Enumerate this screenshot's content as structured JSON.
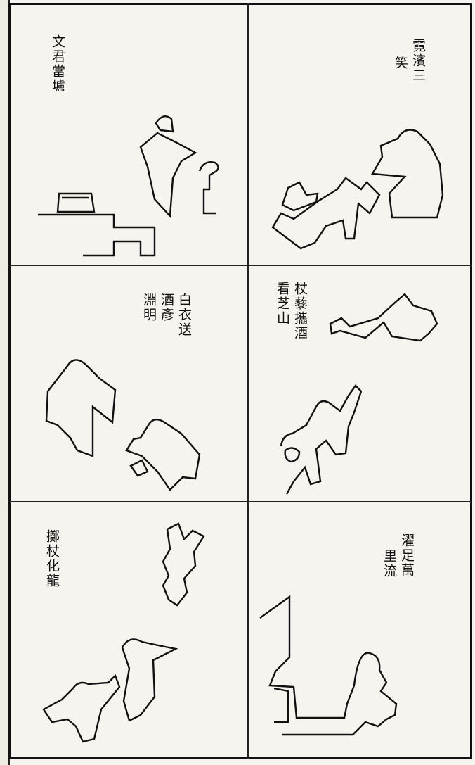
{
  "panels": [
    {
      "id": "p1",
      "caption_cols": [
        "文君當壚"
      ]
    },
    {
      "id": "p2",
      "caption_cols": [
        "霓濱三",
        "笑"
      ]
    },
    {
      "id": "p3",
      "caption_cols": [
        "白衣送",
        "酒彥",
        "淵明"
      ]
    },
    {
      "id": "p4",
      "caption_cols": [
        "杖藜攜酒",
        "看芝山"
      ]
    },
    {
      "id": "p5",
      "caption_cols": [
        "擲杖化龍"
      ]
    },
    {
      "id": "p6",
      "caption_cols": [
        "濯足萬",
        "里流"
      ]
    }
  ]
}
